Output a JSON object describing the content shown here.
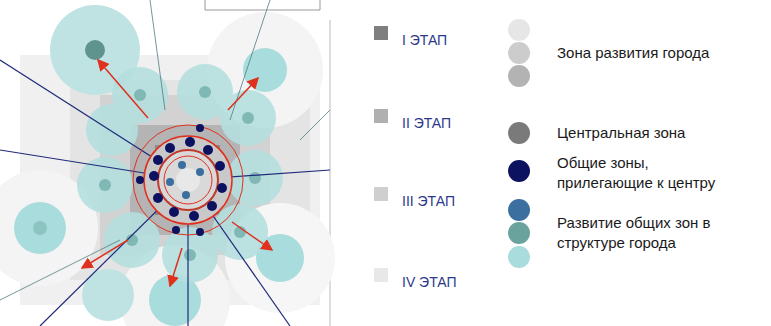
{
  "diagram": {
    "legend": [
      {
        "text": "I ЭТАП",
        "color": "#7f7f7f"
      },
      {
        "text": "II ЭТАП",
        "color": "#b0b0b0"
      },
      {
        "text": "III ЭТАП",
        "color": "#cfcfcf"
      },
      {
        "text": "IV ЭТАП",
        "color": "#e8e8e8"
      },
      {
        "text": "Зона развития города",
        "color": "#cccccc"
      },
      {
        "text": "Центральная зона",
        "color": "#7a7a7a"
      },
      {
        "text": "Общие зоны, прилегающие к центру",
        "color": "#0d1260"
      },
      {
        "text": "Развитие общих зон в структуре города",
        "color": "#6aa39d"
      }
    ]
  }
}
